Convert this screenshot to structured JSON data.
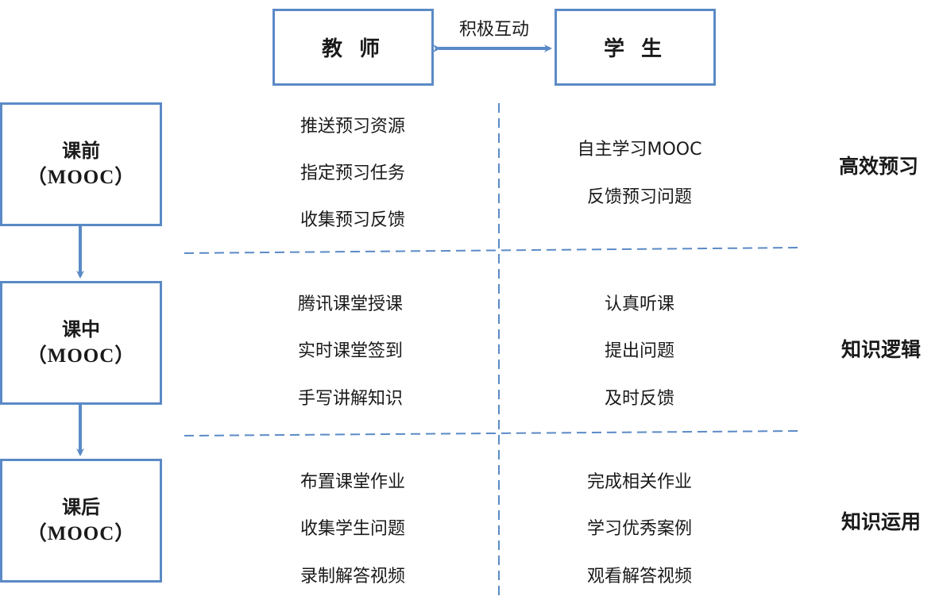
{
  "header": {
    "teacher": "教 师",
    "student": "学 生",
    "interaction": "积极互动"
  },
  "stages": [
    {
      "name": "课前",
      "sub": "（MOOC）",
      "outcome": "高效预习",
      "teacher_actions": [
        "推送预习资源",
        "指定预习任务",
        "收集预习反馈"
      ],
      "student_actions": [
        "自主学习MOOC",
        "反馈预习问题"
      ]
    },
    {
      "name": "课中",
      "sub": "（MOOC）",
      "outcome": "知识逻辑",
      "teacher_actions": [
        "腾讯课堂授课",
        "实时课堂签到",
        "手写讲解知识"
      ],
      "student_actions": [
        "认真听课",
        "提出问题",
        "及时反馈"
      ]
    },
    {
      "name": "课后",
      "sub": "（MOOC）",
      "outcome": "知识运用",
      "teacher_actions": [
        "布置课堂作业",
        "收集学生问题",
        "录制解答视频"
      ],
      "student_actions": [
        "完成相关作业",
        "学习优秀案例",
        "观看解答视频"
      ]
    }
  ],
  "colors": {
    "accent": "#5b8ac6"
  }
}
